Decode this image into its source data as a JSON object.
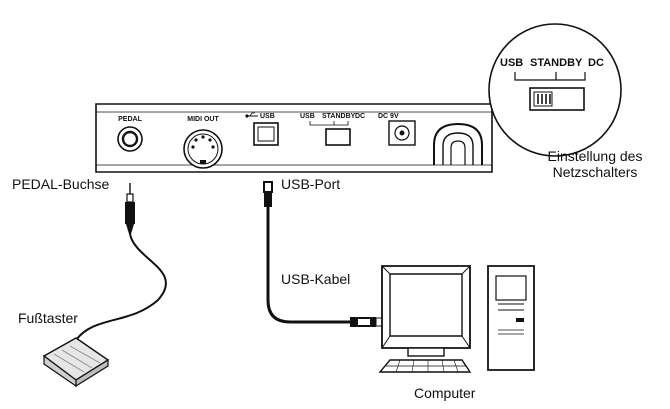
{
  "panel": {
    "pedal": "PEDAL",
    "midi_out": "MIDI OUT",
    "usb": "USB",
    "switch_usb": "USB",
    "switch_standby": "STANDBY",
    "switch_dc": "DC",
    "dc_in": "DC 9V"
  },
  "zoom": {
    "usb": "USB",
    "standby": "STANDBY",
    "dc": "DC"
  },
  "labels": {
    "pedal_jack": "PEDAL-Buchse",
    "usb_port": "USB-Port",
    "switch_setting_line1": "Einstellung des",
    "switch_setting_line2": "Netzschalters",
    "usb_cable": "USB-Kabel",
    "foot_switch": "Fußtaster",
    "computer": "Computer"
  },
  "colors": {
    "line": "#111111",
    "panel_fill": "#ffffff",
    "screen_fill": "#ffffff",
    "pedal_fill": "#e6e6e6"
  }
}
